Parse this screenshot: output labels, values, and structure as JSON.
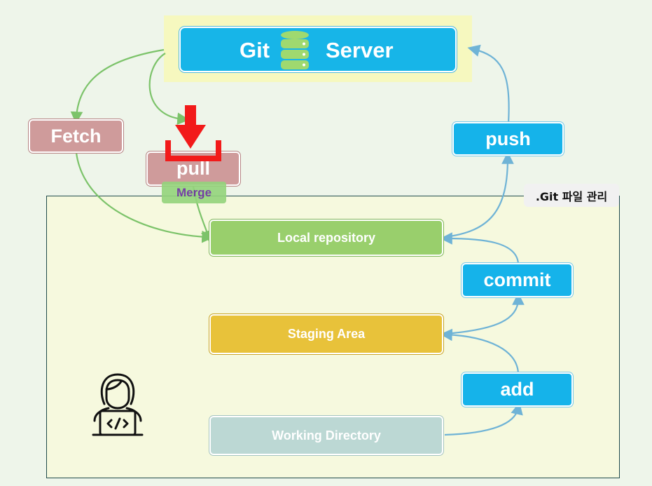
{
  "server": {
    "left_label": "Git",
    "right_label": "Server"
  },
  "nodes": {
    "fetch": "Fetch",
    "pull": "pull",
    "merge": "Merge",
    "push": "push",
    "commit": "commit",
    "add": "add",
    "local_repository": "Local repository",
    "staging_area": "Staging Area",
    "working_directory": "Working Directory"
  },
  "frame_label": ".Git 파일 관리",
  "icons": [
    "database-icon",
    "download-icon",
    "developer-laptop-icon"
  ],
  "colors": {
    "server": "#17b5e8",
    "remote_action": "#cf9b9b",
    "local_action": "#15b3ea",
    "local_repository": "#99cf6c",
    "staging_area": "#e8c23a",
    "working_directory": "#bcd8d4",
    "fetch_pull_arrows": "#7cc36a",
    "push_add_arrows": "#6fb3d6"
  }
}
